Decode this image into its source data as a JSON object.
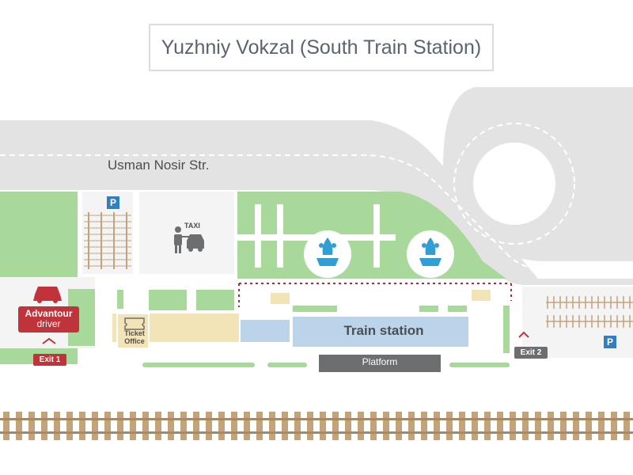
{
  "map_title": "Yuzhniy Vokzal (South Train Station)",
  "street_name": "Usman Nosir Str.",
  "taxi_label": "TAXI",
  "parking_symbol": "P",
  "advantour": {
    "line1": "Advantour",
    "line2": "driver"
  },
  "exits": [
    {
      "label": "Exit 1",
      "color": "#c0333b"
    },
    {
      "label": "Exit 2",
      "color": "#6d6e70"
    }
  ],
  "ticket_office": {
    "line1": "Ticket",
    "line2": "Office"
  },
  "train_station_label": "Train station",
  "platform_label": "Platform",
  "colors": {
    "road": "#e3e3e3",
    "road_dashes": "#ffffff",
    "green_area": "#a8d89a",
    "sidewalk": "#f4f4f4",
    "station_building": "#bcd4ea",
    "ticket_area": "#f3e4b8",
    "platform": "#6d6e70",
    "rail": "#c4a37a",
    "fence": "#b02a32",
    "fountain": "#2f9fd6",
    "parking": "#2f7fc1",
    "advantour": "#c0333b"
  }
}
